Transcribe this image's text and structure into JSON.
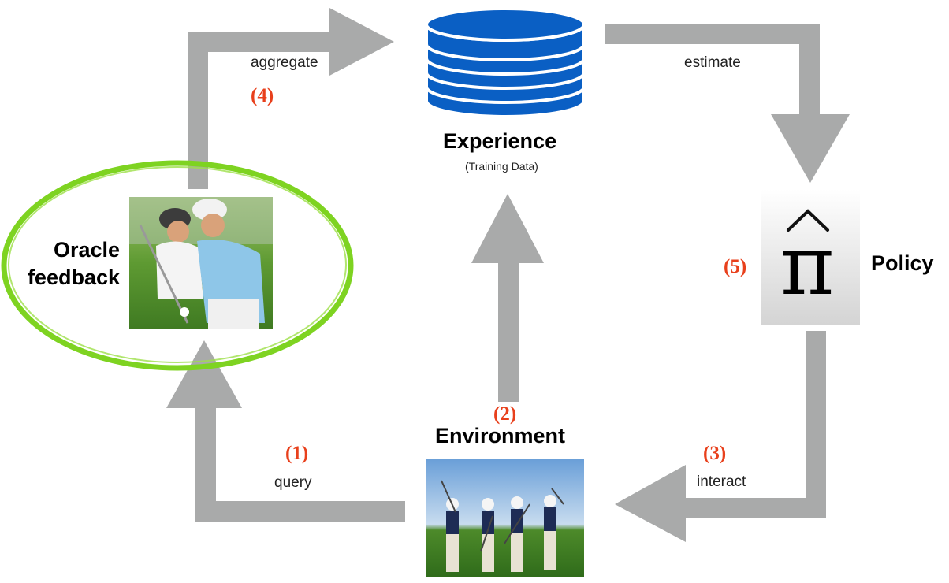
{
  "nodes": {
    "experience": {
      "title": "Experience",
      "subtitle": "(Training Data)"
    },
    "policy": {
      "title": "Policy",
      "symbol": "π"
    },
    "environment": {
      "title": "Environment"
    },
    "oracle": {
      "title_line1": "Oracle",
      "title_line2": "feedback"
    }
  },
  "edges": {
    "aggregate": "aggregate",
    "estimate": "estimate",
    "interact": "interact",
    "query": "query"
  },
  "steps": {
    "s1": "(1)",
    "s2": "(2)",
    "s3": "(3)",
    "s4": "(4)",
    "s5": "(5)"
  },
  "colors": {
    "arrow": "#a9aaaa",
    "database": "#0a5fc4",
    "step_label": "#e8401c",
    "highlight_ellipse": "#7ed321"
  },
  "icons": {
    "experience": "database-icon",
    "oracle": "golf-coaching-photo",
    "environment": "golf-swing-sequence-photo"
  }
}
